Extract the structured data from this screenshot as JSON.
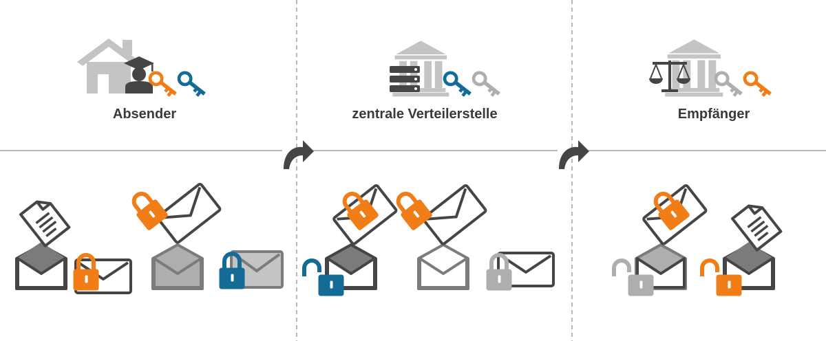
{
  "columns": [
    {
      "label": "Absender"
    },
    {
      "label": "zentrale Verteilerstelle"
    },
    {
      "label": "Empfänger"
    }
  ],
  "colors": {
    "orange": "#f07d15",
    "blue": "#136b96",
    "dark": "#454545",
    "mid": "#7b7b7b",
    "light": "#aeaeae",
    "pale": "#c4c4c4",
    "divider": "#9aa0a4"
  },
  "icons": {
    "sender": [
      "house-icon",
      "graduate-icon",
      "orange-key-icon",
      "blue-key-icon"
    ],
    "center": [
      "server-rack-icon",
      "institution-building-icon",
      "blue-key-icon",
      "gray-key-icon"
    ],
    "recipient": [
      "scales-icon",
      "institution-building-icon",
      "gray-key-icon",
      "orange-key-icon"
    ],
    "flow": [
      "arrow-right-icon",
      "arrow-right-icon"
    ]
  }
}
